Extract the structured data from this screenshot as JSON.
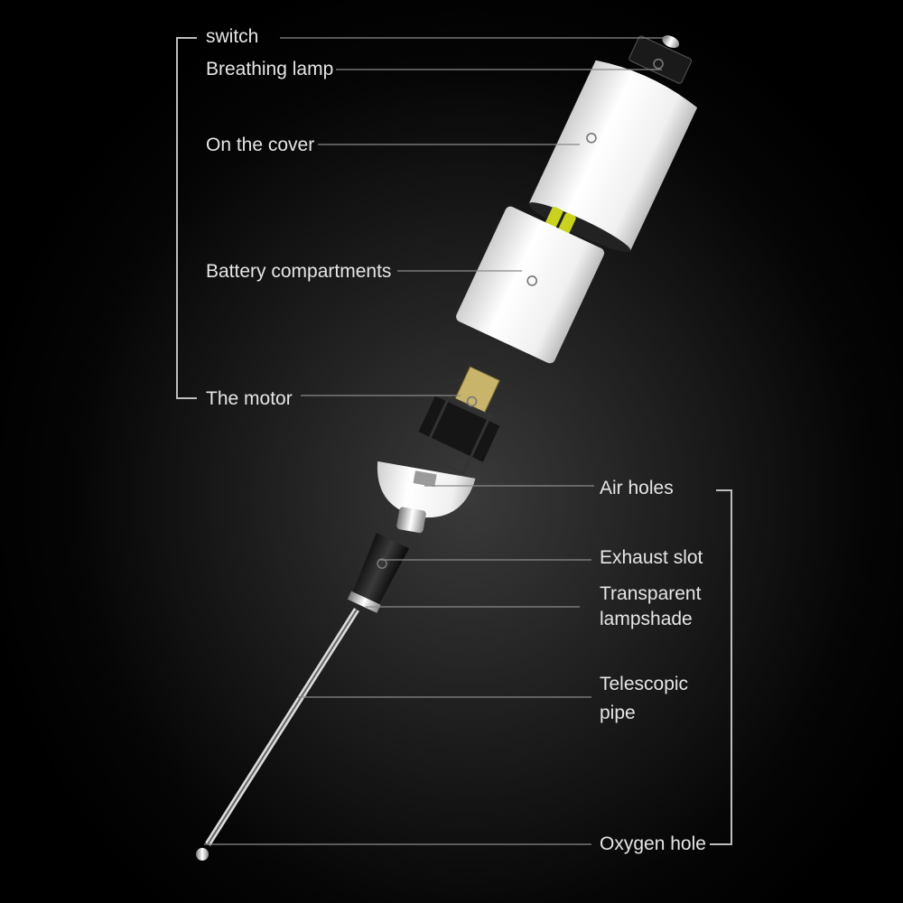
{
  "labels": {
    "switch": "switch",
    "breathing_lamp": "Breathing lamp",
    "cover": "On the cover",
    "battery": "Battery compartments",
    "motor": "The motor",
    "air_holes": "Air holes",
    "exhaust_slot": "Exhaust slot",
    "lampshade_line1": "Transparent",
    "lampshade_line2": "lampshade",
    "pipe_line1": "Telescopic",
    "pipe_line2": "pipe",
    "oxygen_hole": "Oxygen hole"
  },
  "colors": {
    "background": "#000000",
    "body_white": "#f4f4f4",
    "battery_yellow": "#c9d21e",
    "motor_gold": "#c8b46a"
  }
}
